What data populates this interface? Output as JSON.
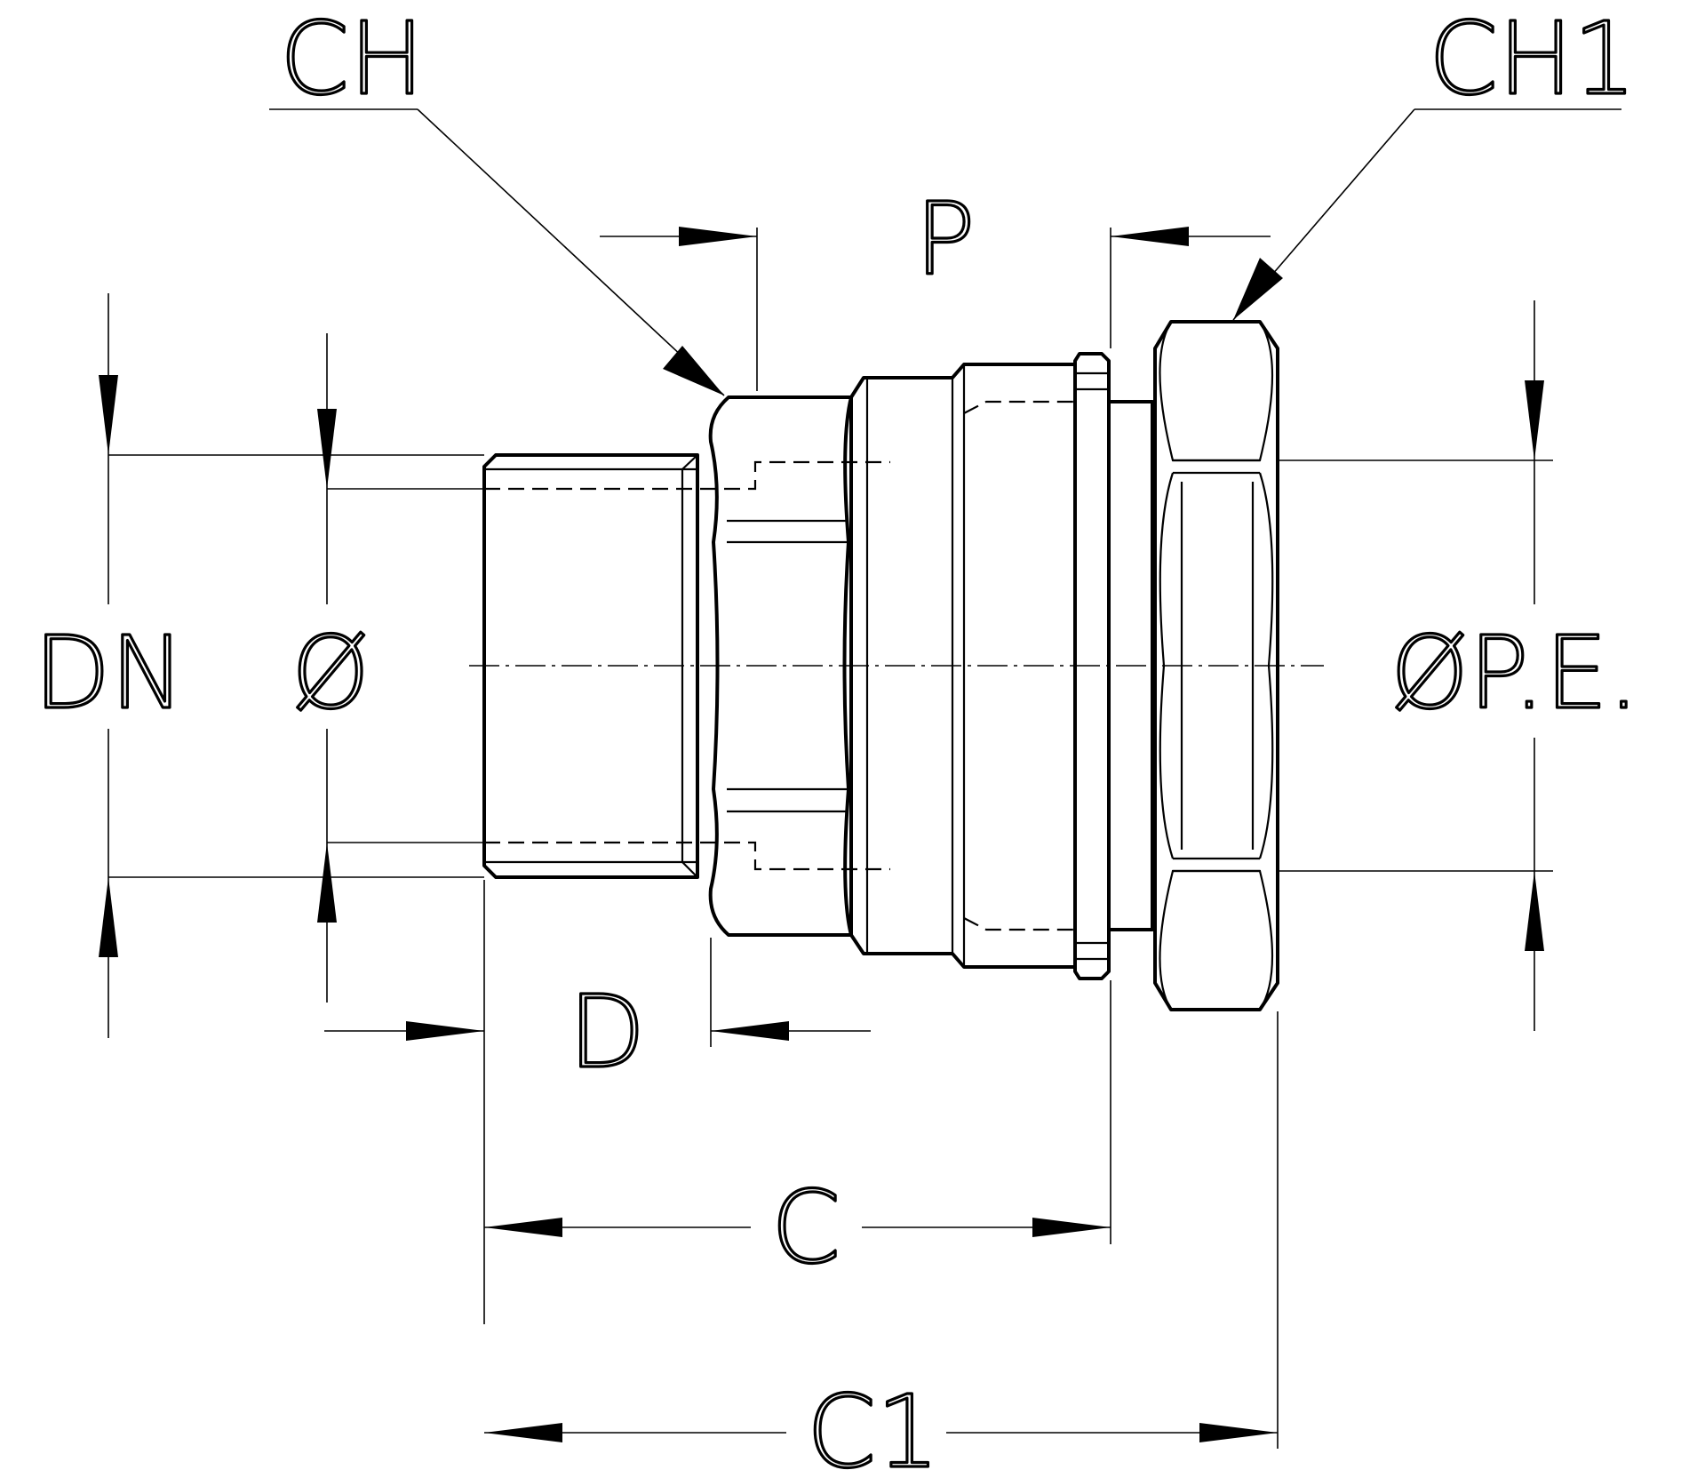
{
  "labels": {
    "ch": "CH",
    "ch1": "CH1",
    "p": "P",
    "dn": "DN",
    "diameter": "Ø",
    "pe": "ØP.E.",
    "d": "D",
    "c": "C",
    "c1": "C1"
  }
}
